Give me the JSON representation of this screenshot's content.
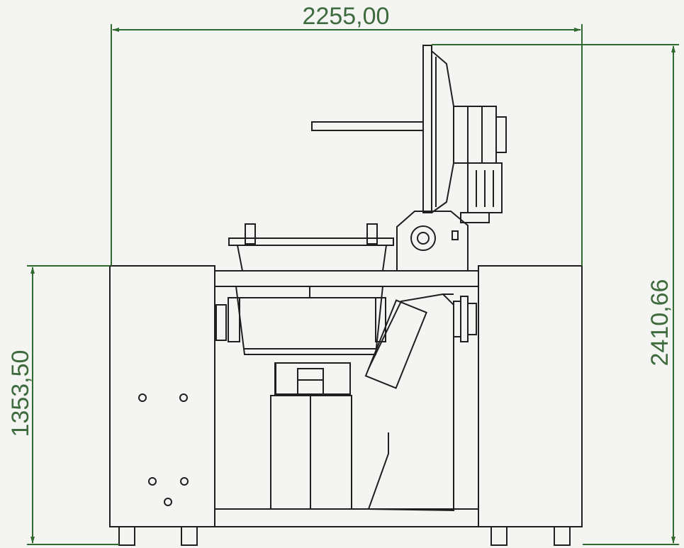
{
  "drawing": {
    "title": "",
    "dimensions": {
      "width": "2255,00",
      "total_height": "2410,66",
      "base_height": "1353,50"
    },
    "colors": {
      "background": "#f4f4f2",
      "line": "#1f1f1f",
      "dimension": "#2f6b2f"
    }
  }
}
